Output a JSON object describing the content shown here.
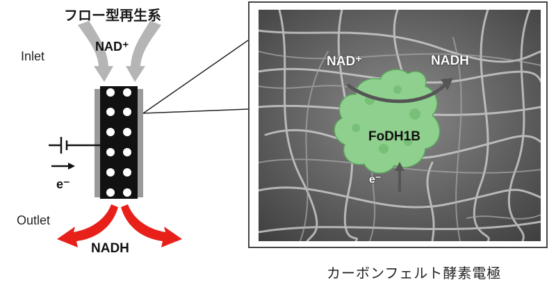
{
  "title": "フロー型再生系",
  "inlet_label": "Inlet",
  "outlet_label": "Outlet",
  "nad_plus_left": "NAD⁺",
  "nadh_left": "NADH",
  "electron_left": "e⁻",
  "photo": {
    "nad_plus": "NAD⁺",
    "nadh": "NADH",
    "enzyme": "FoDH1B",
    "electron": "e⁻"
  },
  "caption": "カーボンフェルト酵素電極",
  "colors": {
    "inflow_arrow": "#b5b5b5",
    "outflow_arrow": "#e8201a",
    "electrode": "#111111",
    "electrode_side": "#9a9a9a",
    "enzyme": "#8fd08f"
  }
}
